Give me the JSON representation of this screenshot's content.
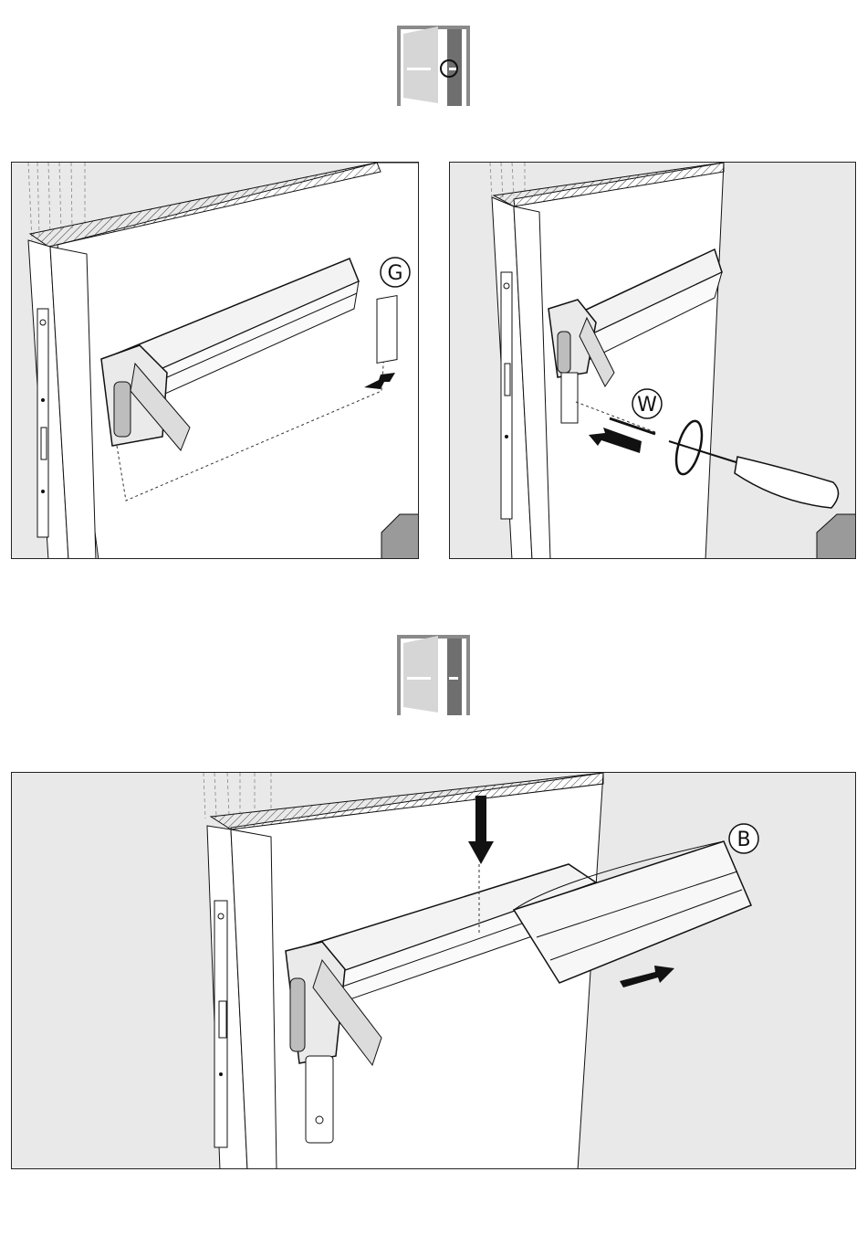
{
  "header_icon_1": {
    "icon": "door-open-handle-circled-icon",
    "colors": {
      "frame": "#8a8a8a",
      "leaf": "#d8d8d8",
      "active_leaf": "#6f6f6f"
    }
  },
  "header_icon_2": {
    "icon": "door-open-handle-icon",
    "colors": {
      "frame": "#8a8a8a",
      "leaf": "#d8d8d8",
      "active_leaf": "#6f6f6f"
    }
  },
  "panels": [
    {
      "id": "step-1",
      "callout": "G",
      "arrow_direction": "left"
    },
    {
      "id": "step-2",
      "callout": "W",
      "arrow_direction": "left",
      "tool": "screwdriver-icon"
    },
    {
      "id": "step-3",
      "callout": "B",
      "arrow_directions": [
        "down",
        "right"
      ]
    }
  ],
  "colors": {
    "background": "#e9e9e9",
    "door": "#ffffff",
    "corner_tab": "#9a9a9a",
    "line": "#111111"
  }
}
